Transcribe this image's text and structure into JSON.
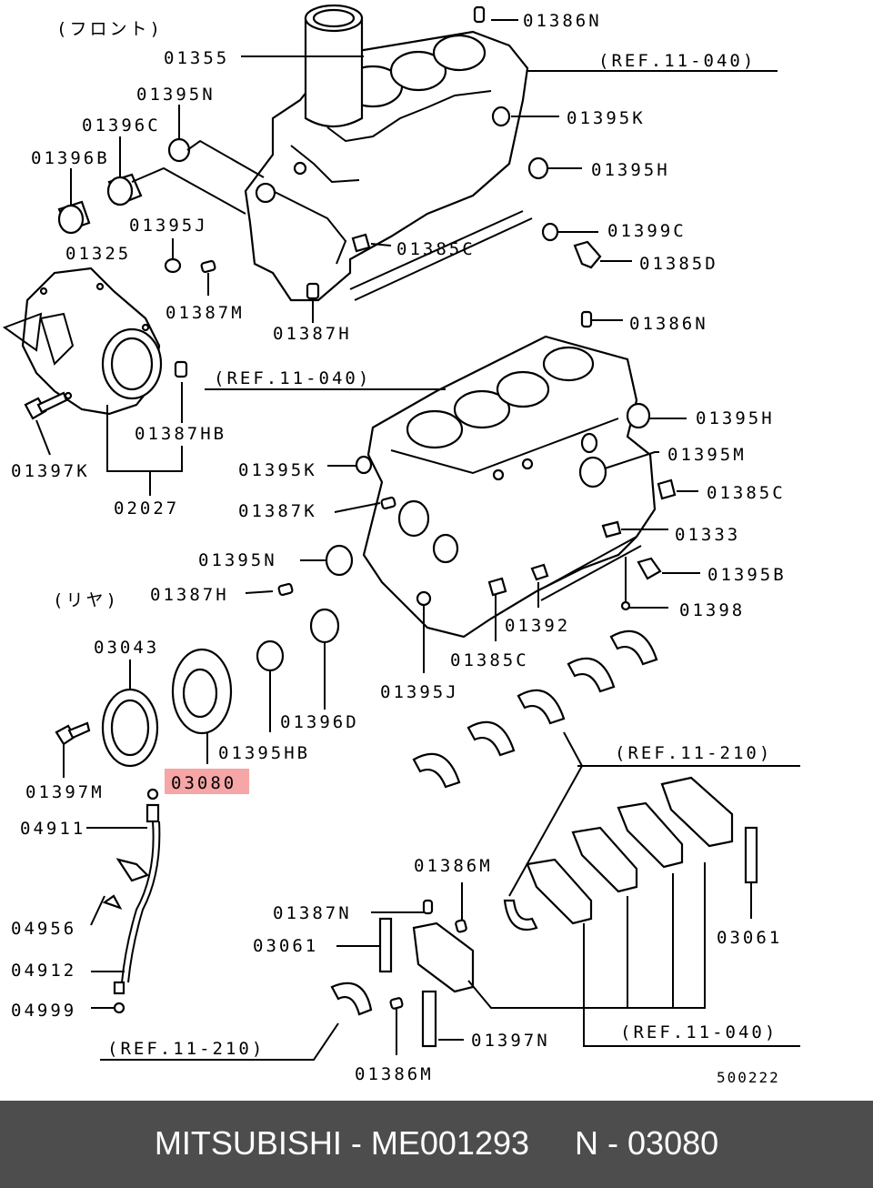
{
  "section_labels": {
    "front": "(フロント)",
    "rear": "(リヤ)"
  },
  "refs": {
    "r1": "(REF.11-040)",
    "r2": "(REF.11-040)",
    "r3": "(REF.11-210)",
    "r4": "(REF.11-040)",
    "r5": "(REF.11-210)"
  },
  "parts": {
    "p01386N_a": "01386N",
    "p01355": "01355",
    "p01395N_a": "01395N",
    "p01396C": "01396C",
    "p01396B": "01396B",
    "p01395K_a": "01395K",
    "p01395H_a": "01395H",
    "p01395J_a": "01395J",
    "p01399C": "01399C",
    "p01385C_a": "01385C",
    "p01385D": "01385D",
    "p01325": "01325",
    "p01387M": "01387M",
    "p01387H_a": "01387H",
    "p01386N_b": "01386N",
    "p01387HB": "01387HB",
    "p01397K": "01397K",
    "p02027": "02027",
    "p01395H_b": "01395H",
    "p01395M": "01395M",
    "p01395K_b": "01395K",
    "p01385C_b": "01385C",
    "p01387K": "01387K",
    "p01333": "01333",
    "p01395N_b": "01395N",
    "p01395B": "01395B",
    "p01387H_b": "01387H",
    "p01398": "01398",
    "p01392": "01392",
    "p03043": "03043",
    "p01385C_c": "01385C",
    "p01396D": "01396D",
    "p01395J_b": "01395J",
    "p01395HB": "01395HB",
    "p01397M": "01397M",
    "p03080": "03080",
    "p04911": "04911",
    "p01386M_a": "01386M",
    "p04956": "04956",
    "p01387N": "01387N",
    "p03061_a": "03061",
    "p03061_b": "03061",
    "p04912": "04912",
    "p04999": "04999",
    "p01397N": "01397N",
    "p01386M_b": "01386M"
  },
  "highlighted_part": "03080",
  "highlight_color": "#f6a6a6",
  "diagram_id": "500222",
  "footer": {
    "brand": "MITSUBISHI",
    "sep1": " - ",
    "part_number": "ME001293",
    "gap": "     ",
    "ref_prefix": "N - ",
    "ref_code": "03080"
  },
  "footer_bg": "#4d4d4d"
}
